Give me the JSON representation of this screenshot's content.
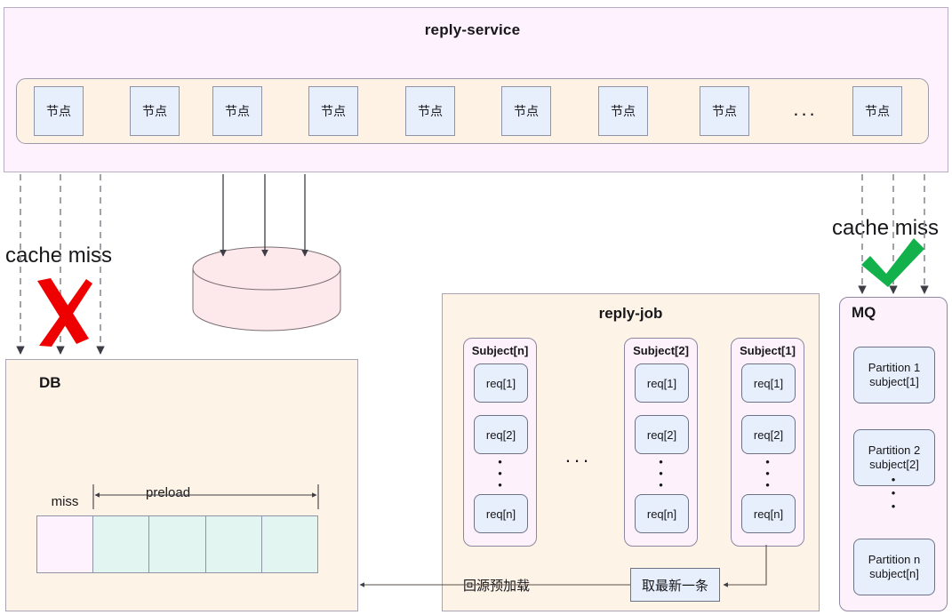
{
  "diagram": {
    "service": {
      "title": "reply-service",
      "node_label": "节点",
      "node_count": 9,
      "ellipsis": "..."
    },
    "labels": {
      "cache_miss_left": "cache miss",
      "cache_miss_right": "cache miss",
      "cross_icon": "red-x-icon",
      "check_icon": "green-check-icon"
    },
    "cache": {
      "label": "Cache"
    },
    "db": {
      "title": "DB",
      "miss_label": "miss",
      "preload_label": "preload",
      "cells": [
        "miss",
        "preload",
        "preload",
        "preload",
        "preload"
      ]
    },
    "reply_job": {
      "title": "reply-job",
      "ellipsis": "...",
      "subjects": [
        {
          "title": "Subject[n]",
          "reqs": [
            "req[1]",
            "req[2]",
            "req[n]"
          ],
          "vdots": [
            "•",
            "•",
            "•"
          ]
        },
        {
          "title": "Subject[2]",
          "reqs": [
            "req[1]",
            "req[2]",
            "req[n]"
          ],
          "vdots": [
            "•",
            "•",
            "•"
          ]
        },
        {
          "title": "Subject[1]",
          "reqs": [
            "req[1]",
            "req[2]",
            "req[n]"
          ],
          "vdots": [
            "•",
            "•",
            "•"
          ]
        }
      ],
      "latest_box": "取最新一条",
      "preload_flow_label": "回源预加载"
    },
    "mq": {
      "title": "MQ",
      "vdots": [
        "•",
        "•",
        "•"
      ],
      "partitions": [
        {
          "line1": "Partition 1",
          "line2": "subject[1]"
        },
        {
          "line1": "Partition 2",
          "line2": "subject[2]"
        },
        {
          "line1": "Partition n",
          "line2": "subject[n]"
        }
      ]
    },
    "colors": {
      "service_bg": "#fdf2fd",
      "band_bg": "#fdf2e4",
      "node_bg": "#e8effc",
      "cache_bg": "#fde9ec",
      "db_bg": "#fdf3e7",
      "subject_bg": "#fdf2fb",
      "miss_cell": "#fdf2fd",
      "preload_cell": "#e3f5f0",
      "cross_red": "#ee0000",
      "check_green": "#12b14c",
      "stroke": "#6d7286"
    }
  }
}
